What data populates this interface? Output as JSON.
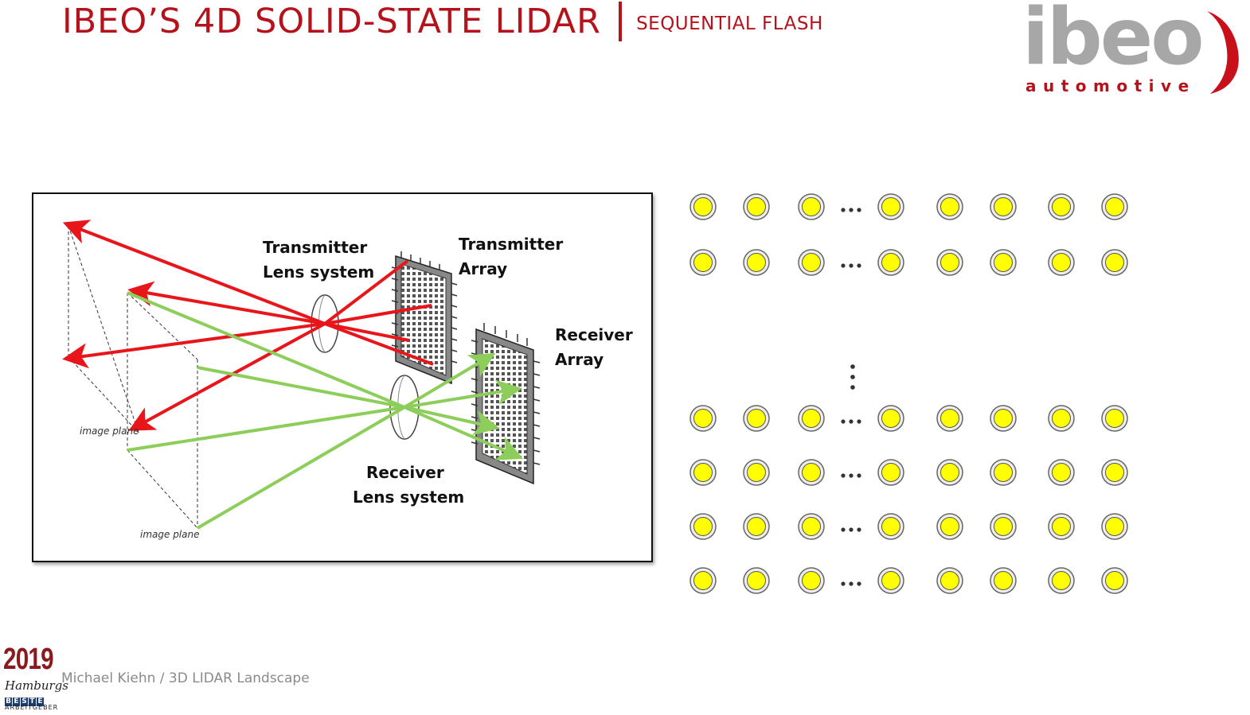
{
  "header": {
    "title": "IBEO’S 4D SOLID-STATE LIDAR",
    "subtitle": "SEQUENTIAL FLASH"
  },
  "logo": {
    "word": "ibeo",
    "sub": "automotive"
  },
  "diagram": {
    "labels": {
      "tx_lens_1": "Transmitter",
      "tx_lens_2": "Lens system",
      "tx_array_1": "Transmitter",
      "tx_array_2": "Array",
      "rx_array_1": "Receiver",
      "rx_array_2": "Array",
      "rx_lens_1": "Receiver",
      "rx_lens_2": "Lens system",
      "image_plane_1": "image plane",
      "image_plane_2": "image plane"
    },
    "colors": {
      "transmit": "#e8151b",
      "receive": "#8dce5b"
    }
  },
  "emitter_grid": {
    "top_rows": 2,
    "bottom_rows": 4,
    "columns": 8,
    "ellipsis_after_column": 3,
    "dot_color": "#ffff00"
  },
  "footer": {
    "year": "2019",
    "badge_line1": "Hamburgs",
    "badge_letters": [
      "B",
      "E",
      "S",
      "T",
      "E"
    ],
    "badge_line3": "ARBEITGEBER",
    "text": "Michael Kiehn / 3D LIDAR Landscape"
  }
}
